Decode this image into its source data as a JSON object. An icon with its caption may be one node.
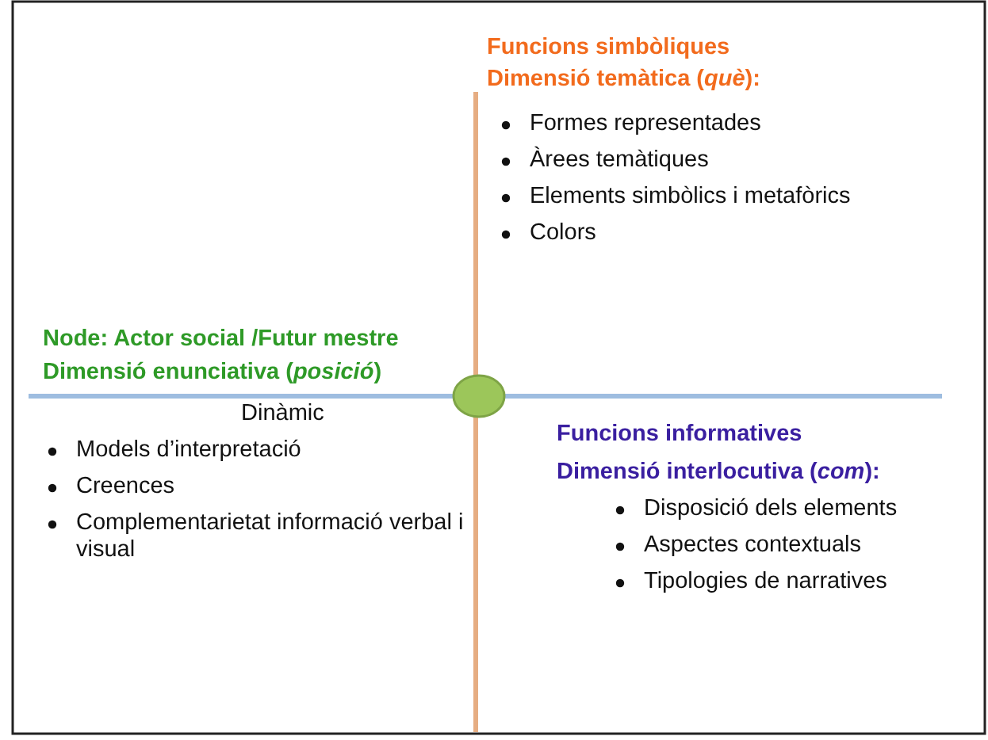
{
  "diagram": {
    "nodes": [
      {
        "text": [],
        "shape": "circle"
      }
    ],
    "labels": [
      "Funcions simbòliques",
      "Dimensió temàtica (*què*):",
      "Formes representades",
      "Àrees temàtiques",
      "Elements simbòlics i metafòrics",
      "Colors",
      "Node: Actor social /Futur mestre",
      "Dimensió enunciativa (*posició*)",
      "Dinàmic",
      "Models d’interpretació",
      "Creences",
      "Complementarietat informació verbal i visual",
      "Funcions informatives",
      "Dimensió interlocutiva (*com*):",
      "Disposició dels elements",
      "Aspectes contextuals",
      "Tipologies de narratives"
    ]
  }
}
